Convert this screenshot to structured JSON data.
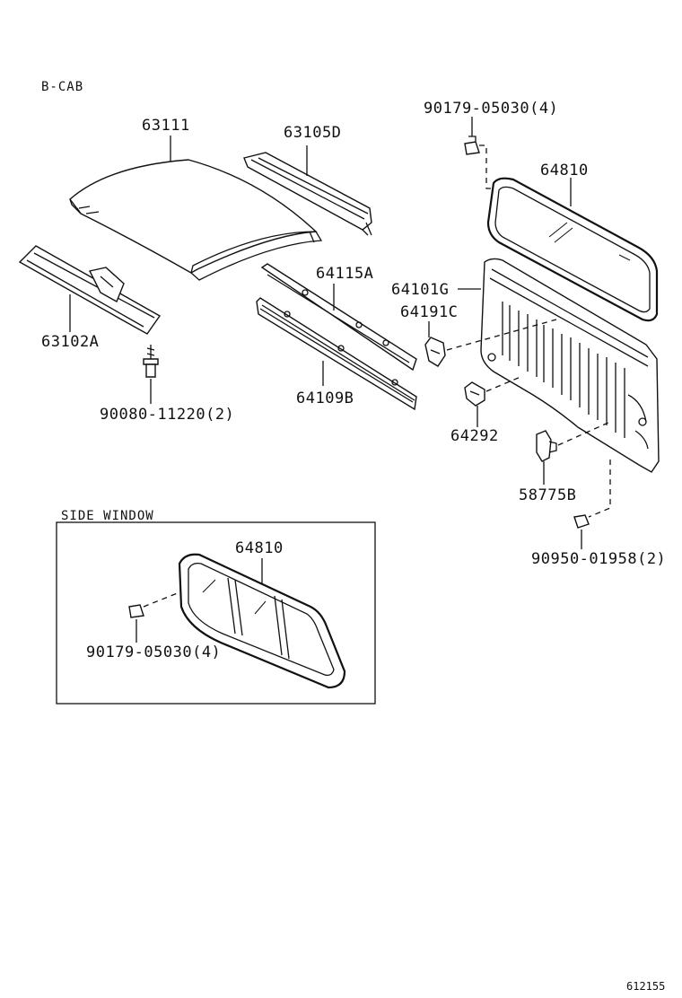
{
  "header": {
    "section": "B-CAB"
  },
  "labels": {
    "p63111": "63111",
    "p63105d": "63105D",
    "p63102a": "63102A",
    "p90080": "90080-11220(2)",
    "p64115a": "64115A",
    "p64109b": "64109B",
    "p90179_top": "90179-05030(4)",
    "p64810_top": "64810",
    "p64101g": "64101G",
    "p64191c": "64191C",
    "p64292": "64292",
    "p58775b": "58775B",
    "p90950": "90950-01958(2)"
  },
  "side_window": {
    "title": "SIDE WINDOW",
    "p64810": "64810",
    "p90179": "90179-05030(4)"
  },
  "footer": {
    "figure_code": "612155"
  }
}
